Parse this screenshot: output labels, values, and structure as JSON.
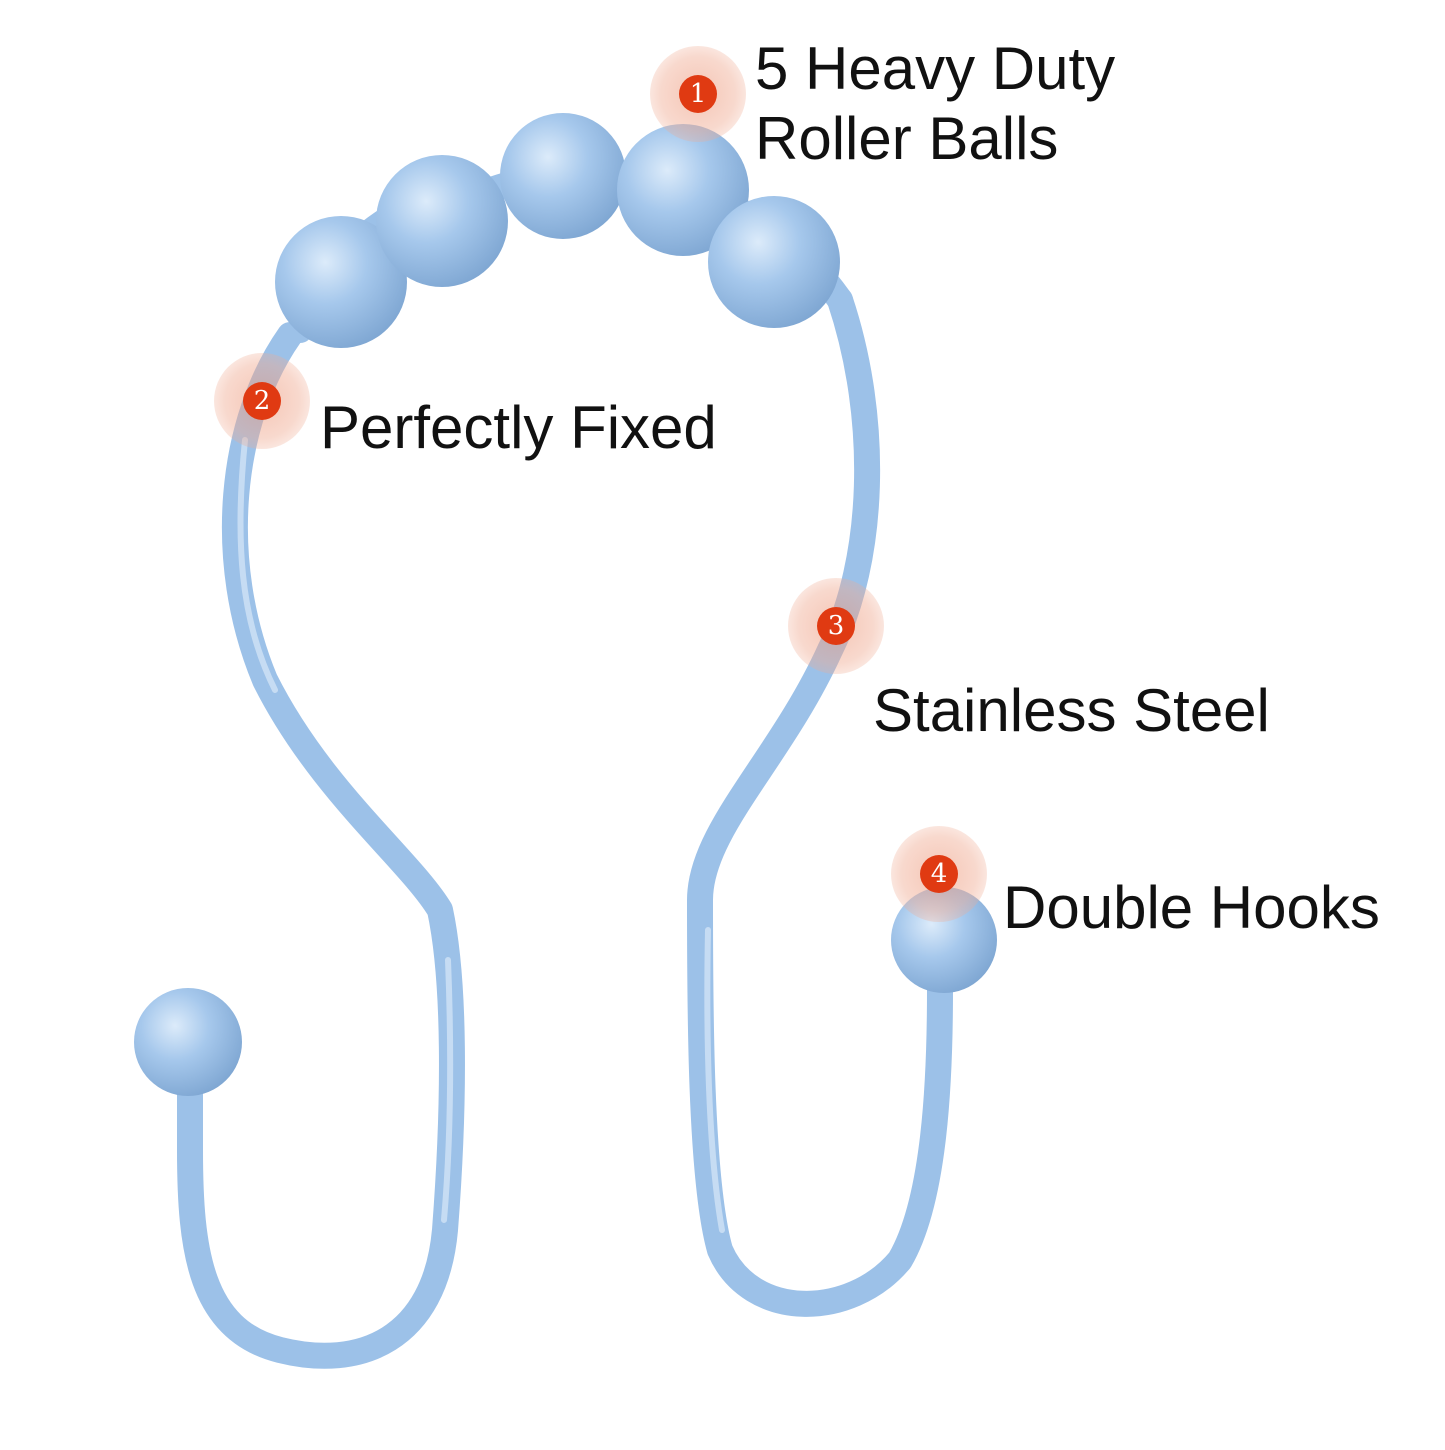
{
  "colors": {
    "hook": "#9ec3ea",
    "hook_dark": "#7fa9d6",
    "callout_dot": "#e03a12",
    "callout_halo": "#f0a891",
    "text": "#111111"
  },
  "callouts": [
    {
      "number": "1",
      "lines": [
        "5 Heavy Duty",
        "Roller Balls"
      ]
    },
    {
      "number": "2",
      "lines": [
        "Perfectly Fixed"
      ]
    },
    {
      "number": "3",
      "lines": [
        "Stainless Steel"
      ]
    },
    {
      "number": "4",
      "lines": [
        "Double Hooks"
      ]
    }
  ]
}
